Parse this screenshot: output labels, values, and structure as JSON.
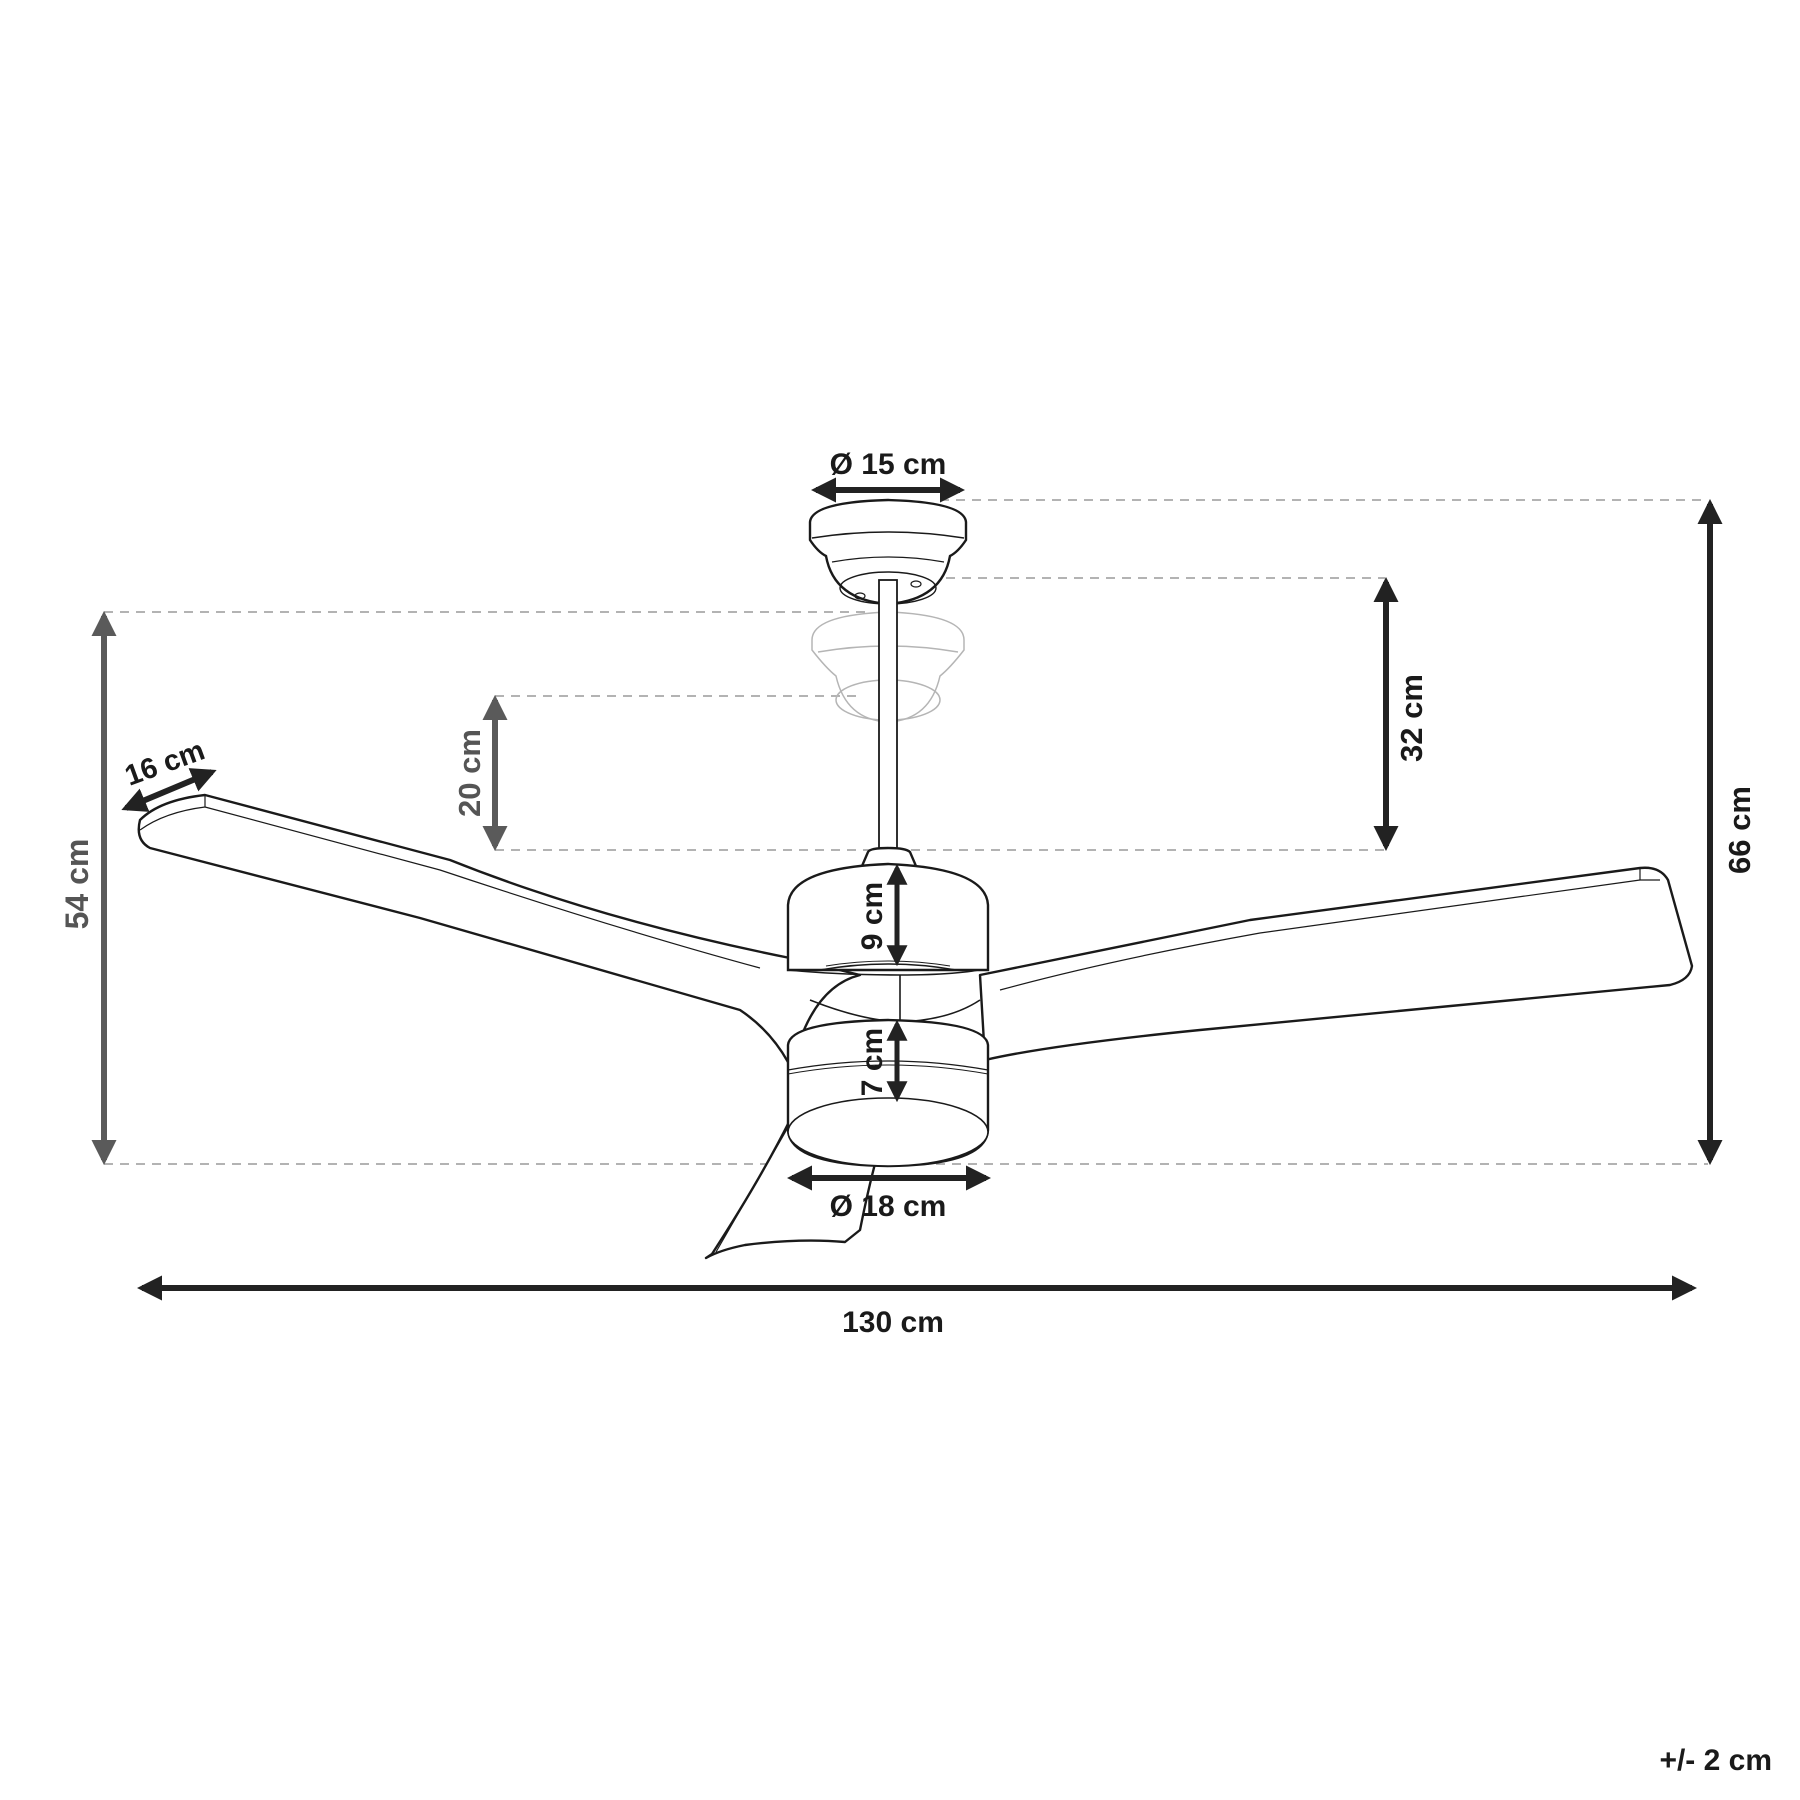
{
  "diagram": {
    "subject": "Ceiling fan with 3 blades, downrod and LED light — technical dimension drawing",
    "colors": {
      "line": "#1a1a1a",
      "dimension_dark": "#222222",
      "dimension_grey": "#5a5a5a",
      "dashed_guide": "#9a9a9a",
      "ghost_outline": "#b5b5b5",
      "background": "#ffffff"
    },
    "dimensions": {
      "canopy_diameter": "Ø 15 cm",
      "downrod_adjustment_long": "32 cm",
      "downrod_adjustment_short": "20 cm",
      "overall_height_long": "66 cm",
      "overall_height_short": "54 cm",
      "blade_width": "16 cm",
      "motor_height": "9 cm",
      "light_height": "7 cm",
      "light_diameter": "Ø 18 cm",
      "overall_width": "130 cm"
    },
    "tolerance": "+/- 2 cm"
  }
}
